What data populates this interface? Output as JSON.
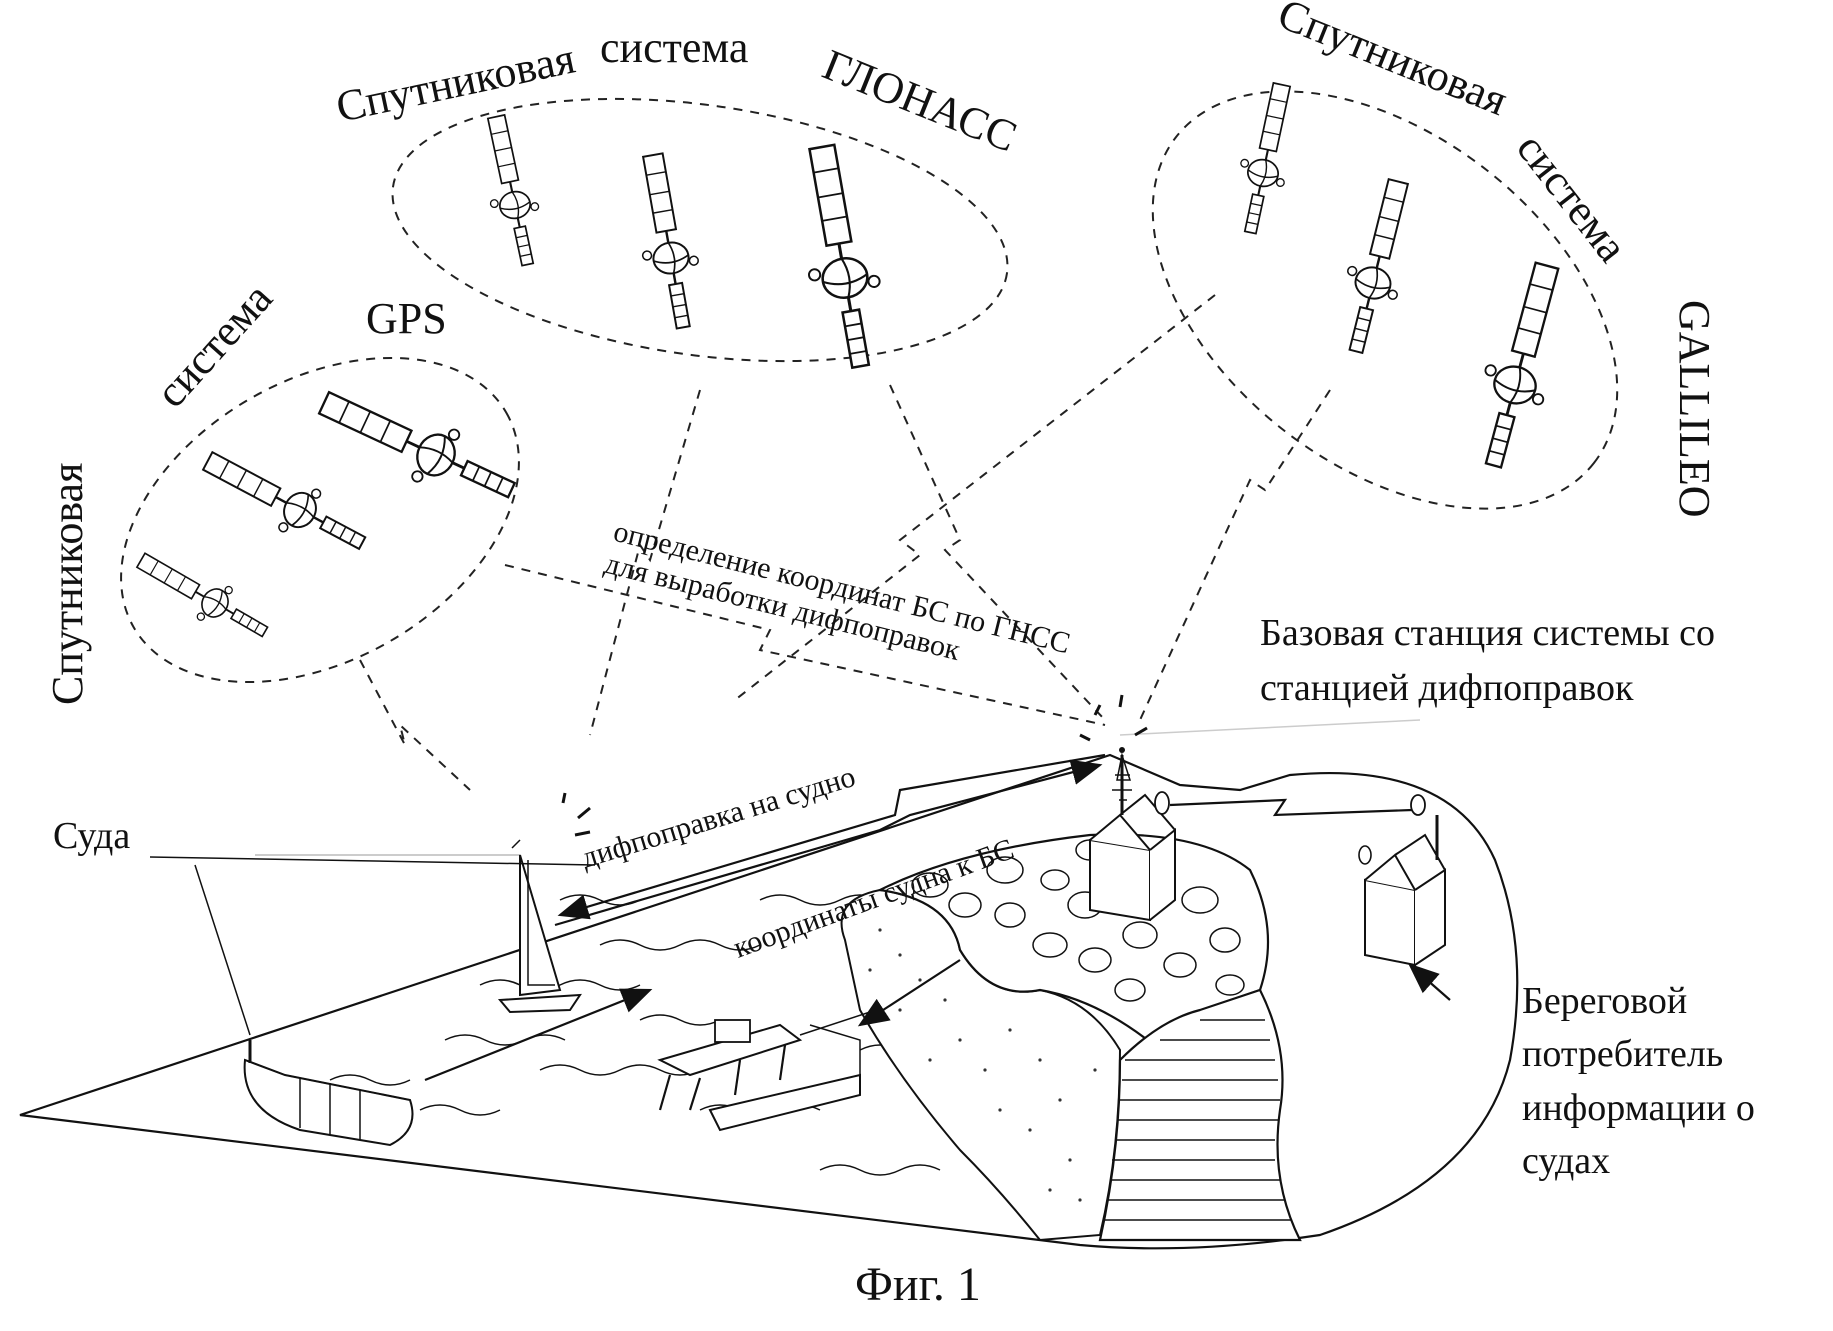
{
  "labels": {
    "gps_1": "Спутниковая",
    "gps_2": "система",
    "gps_3": "GPS",
    "glonass_1": "Спутниковая",
    "glonass_2": "система",
    "glonass_3": "ГЛОНАСС",
    "galileo_1": "Спутниковая",
    "galileo_2": "система",
    "galileo_3": "GALLILEO",
    "gnss_1": "определение координат БС по ГНСС",
    "gnss_2": "для выработки дифпоправок",
    "base_1": "Базовая станция системы  со",
    "base_2": "станцией дифпоправок",
    "ships": "Суда",
    "corr_to_ship": "дифпоправка на судно",
    "ship_coords": "координаты судна к БС",
    "shore_1": "Береговой",
    "shore_2": "потребитель",
    "shore_3": "информации о",
    "shore_4": "судах",
    "caption": "Фиг. 1"
  }
}
